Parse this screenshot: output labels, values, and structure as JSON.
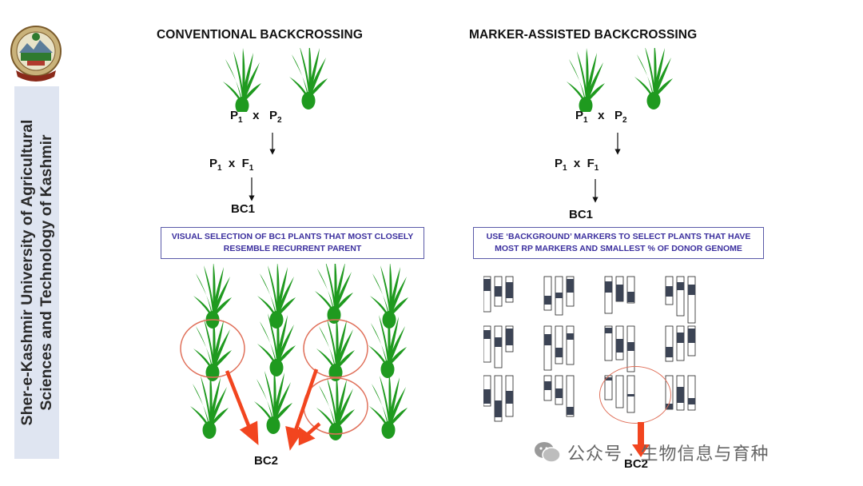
{
  "sidebar": {
    "line1": "Sher-e-Kashmir University of Agricultural",
    "line2": "Sciences and Technology of Kashmir"
  },
  "conventional": {
    "title": "CONVENTIONAL BACKCROSSING",
    "p1": "P",
    "p1_sub": "1",
    "cross": "x",
    "p2": "P",
    "p2_sub": "2",
    "bp": "P",
    "bp_sub": "1",
    "bcross": "x",
    "f": "F",
    "f_sub": "1",
    "bc1": "BC1",
    "box_line1": "VISUAL SELECTION OF BC1 PLANTS THAT MOST CLOSELY",
    "box_line2": "RESEMBLE RECURRENT PARENT",
    "bc2": "BC2"
  },
  "marker": {
    "title": "MARKER-ASSISTED BACKCROSSING",
    "p1": "P",
    "p1_sub": "1",
    "cross": "x",
    "p2": "P",
    "p2_sub": "2",
    "bp": "P",
    "bp_sub": "1",
    "bcross": "x",
    "f": "F",
    "f_sub": "1",
    "bc1": "BC1",
    "box_line1": "USE ‘BACKGROUND’ MARKERS TO SELECT PLANTS THAT HAVE",
    "box_line2": "MOST RP MARKERS AND SMALLEST % OF DONOR GENOME",
    "bc2": "BC2"
  },
  "watermark": {
    "text": "公众号 · 生物信息与育种",
    "icon": "wechat-icon"
  },
  "colors": {
    "plant": "#1f9a1f",
    "arrow": "#f2451f",
    "circle": "#e0705a",
    "box_border": "#5a5aa8",
    "box_text": "#3b2f9e",
    "chrom_fill": "#3c4455",
    "sidebar_bg": "#dfe5f1"
  }
}
